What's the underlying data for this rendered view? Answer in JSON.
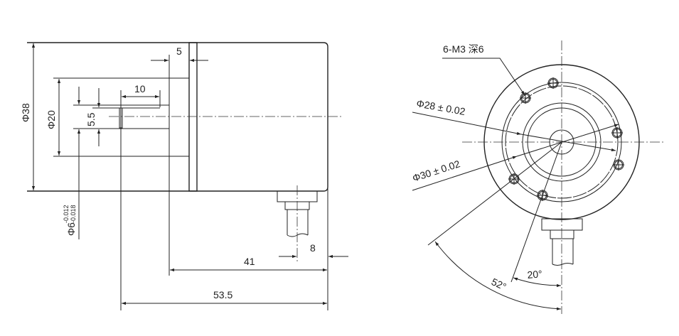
{
  "side_view": {
    "dims": {
      "outer_dia": "Φ38",
      "pilot_dia": "Φ20",
      "shaft_dia": "Φ6",
      "shaft_tol_upper": "-0.012",
      "shaft_tol_lower": "-0.018",
      "flat": "5.5",
      "flat_len": "10",
      "flange": "5",
      "body_len": "41",
      "connector_offset": "8",
      "total_len": "53.5"
    }
  },
  "front_view": {
    "holes_note": "6-M3 深6",
    "bolt_circle_1": "Φ28 ± 0.02",
    "bolt_circle_2": "Φ30 ± 0.02",
    "angle_1": "52°",
    "angle_2": "20°",
    "hole_count": 6
  },
  "colors": {
    "line": "#222222",
    "background": "#ffffff"
  }
}
